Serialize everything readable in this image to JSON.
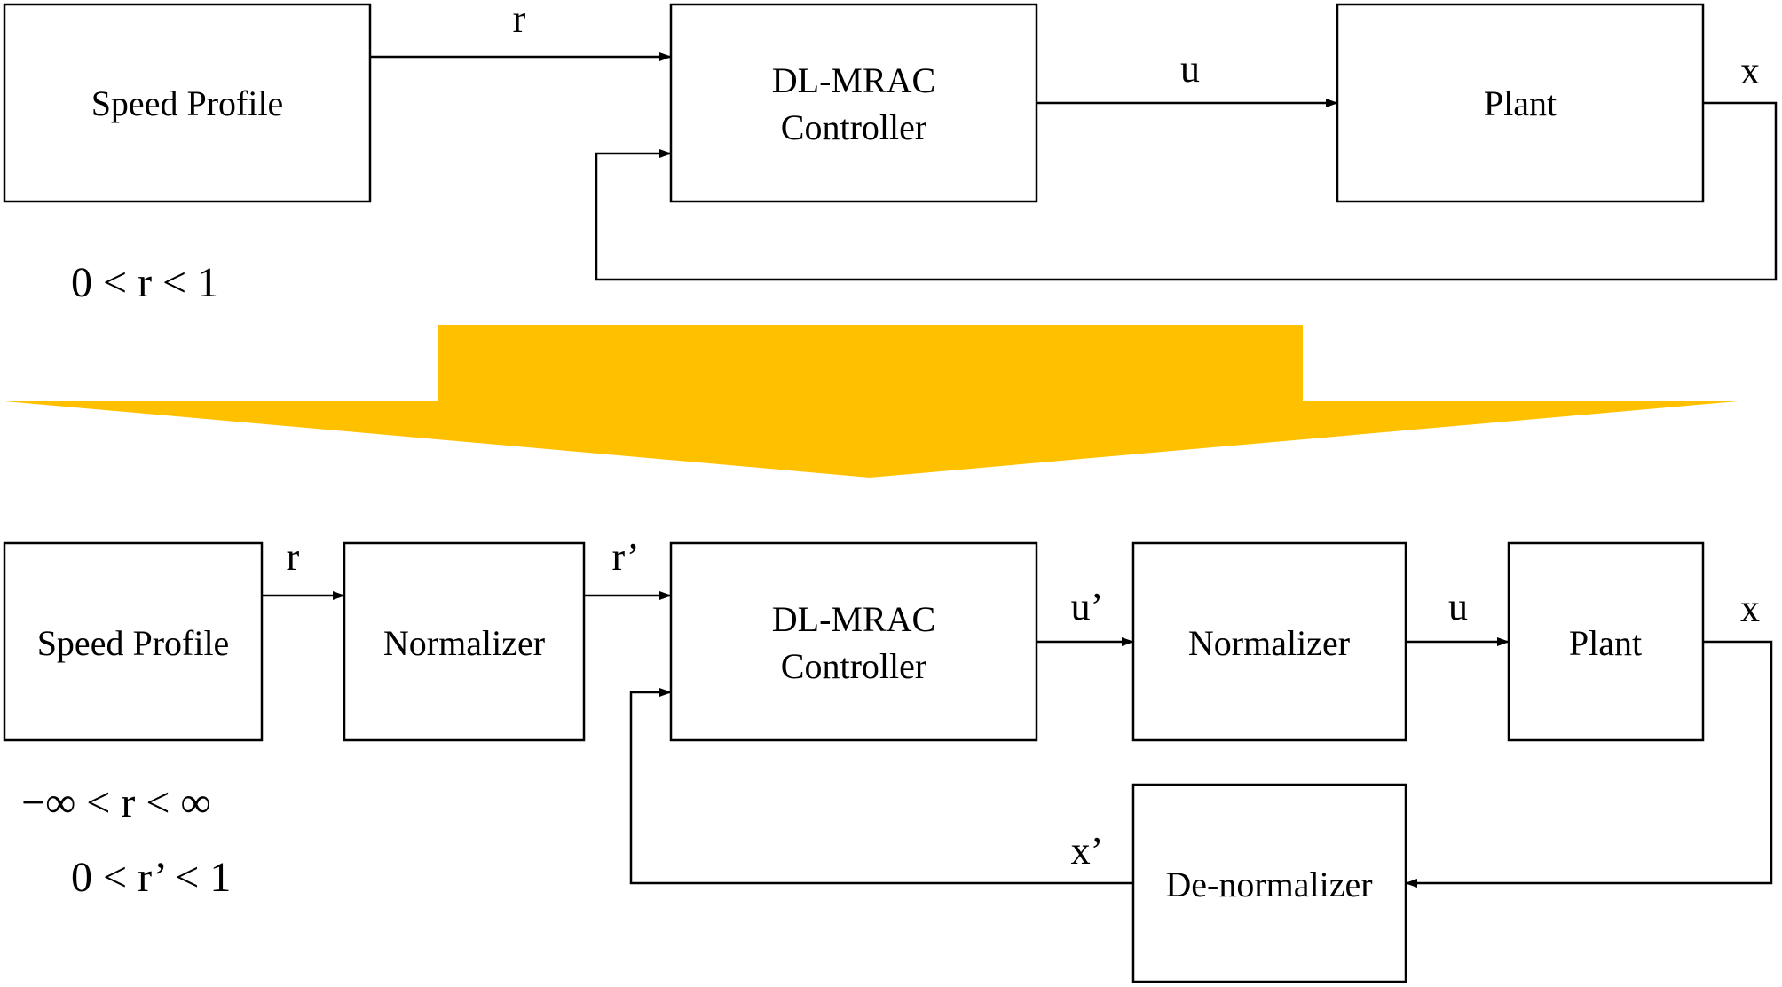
{
  "colors": {
    "arrow": "#FFC000",
    "line": "#000000",
    "background": "#FFFFFF"
  },
  "top": {
    "speed_profile": "Speed Profile",
    "controller_line1": "DL-MRAC",
    "controller_line2": "Controller",
    "plant": "Plant",
    "signal_r": "r",
    "signal_u": "u",
    "signal_x": "x",
    "range": "0 < r < 1"
  },
  "bottom": {
    "speed_profile": "Speed Profile",
    "normalizer_in": "Normalizer",
    "controller_line1": "DL-MRAC",
    "controller_line2": "Controller",
    "normalizer_out": "Normalizer",
    "plant": "Plant",
    "denormalizer": "De-normalizer",
    "signal_r": "r",
    "signal_r_prime": "r’",
    "signal_u_prime": "u’",
    "signal_u": "u",
    "signal_x": "x",
    "signal_x_prime": "x’",
    "range_r": "−∞ < r < ∞",
    "range_r_prime": "0 < r’ < 1"
  }
}
